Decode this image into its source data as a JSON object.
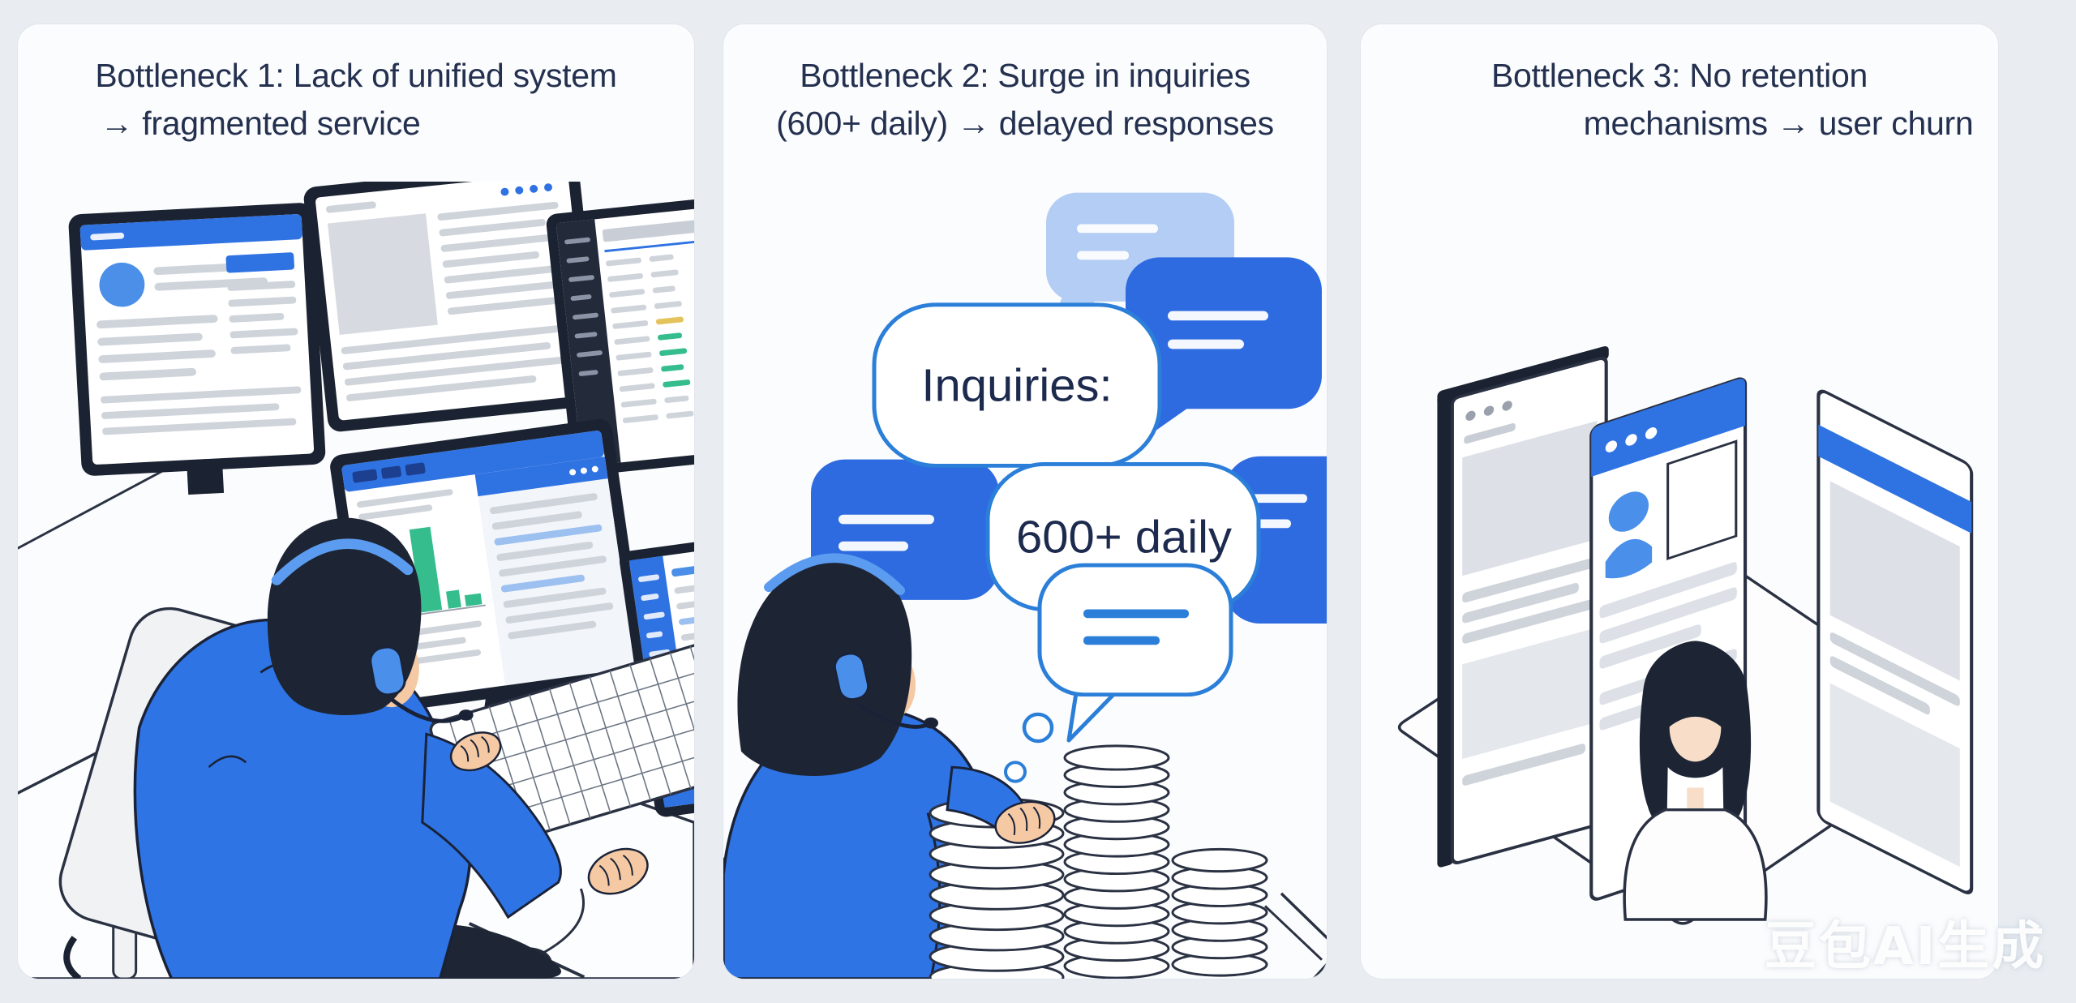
{
  "page": {
    "background": "#e9edf2",
    "watermark_text": "豆包AI生成"
  },
  "colors": {
    "panel_background": "#fbfcfd",
    "title_navy": "#24304f",
    "outline_dark": "#2a3142",
    "accent_blue": "#2f72e2",
    "bubble_blue": "#2e6be0",
    "bubble_light_blue": "#b4cdf4",
    "bubble_outline_blue": "#2b7fd9",
    "headset_blue": "#5b9cf0",
    "shirt_blue": "#2e74e5",
    "chart_green": "#35bd8d",
    "highlight_yellow": "#e5c35c",
    "skin": "#f4c9a3",
    "hair_dark": "#1d2534"
  },
  "panels": [
    {
      "name": "bottleneck-1",
      "title_line1": "Bottleneck 1: Lack of unified system",
      "title_line2": "→ fragmented service"
    },
    {
      "name": "bottleneck-2",
      "title_line1": "Bottleneck 2: Surge in inquiries",
      "title_line2": "(600+ daily) → delayed responses",
      "speech_bubbles": {
        "label": "Inquiries:",
        "value": "600+ daily"
      }
    },
    {
      "name": "bottleneck-3",
      "title_line1": "Bottleneck 3: No retention",
      "title_line2": "mechanisms → user churn"
    }
  ]
}
